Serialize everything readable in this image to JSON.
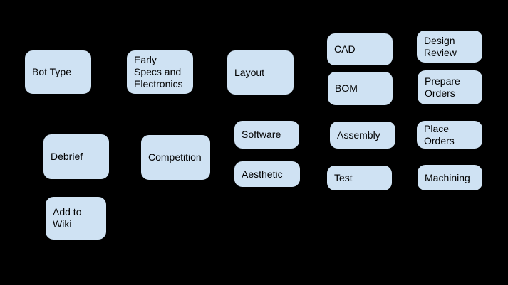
{
  "colors": {
    "background": "#000000",
    "node_fill": "#cfe2f3",
    "node_border": "#000000",
    "text": "#000000"
  },
  "diagram": {
    "type": "flowchart",
    "nodes": {
      "bot_type": {
        "label": "Bot Type"
      },
      "early_specs": {
        "label": "Early\nSpecs and\nElectronics"
      },
      "layout": {
        "label": "Layout"
      },
      "cad": {
        "label": "CAD"
      },
      "design_review": {
        "label": "Design\nReview"
      },
      "bom": {
        "label": "BOM"
      },
      "prepare_orders": {
        "label": "Prepare\nOrders"
      },
      "software": {
        "label": "Software"
      },
      "assembly": {
        "label": "Assembly"
      },
      "place_orders": {
        "label": "Place\nOrders"
      },
      "aesthetic": {
        "label": "Aesthetic"
      },
      "test": {
        "label": "Test"
      },
      "machining": {
        "label": "Machining"
      },
      "debrief": {
        "label": "Debrief"
      },
      "competition": {
        "label": "Competition"
      },
      "add_to_wiki": {
        "label": "Add to\nWiki"
      }
    }
  }
}
